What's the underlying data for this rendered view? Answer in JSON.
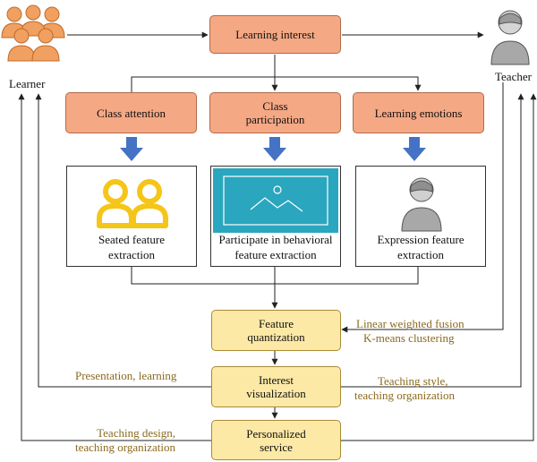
{
  "actors": {
    "learner": "Learner",
    "teacher": "Teacher"
  },
  "top": {
    "learning_interest": "Learning interest"
  },
  "dimensions": {
    "class_attention": "Class attention",
    "class_participation": [
      "Class",
      "participation"
    ],
    "learning_emotions": "Learning emotions"
  },
  "extraction": {
    "seated": [
      "Seated feature",
      "extraction"
    ],
    "behavioral": [
      "Participate in behavioral",
      "feature extraction"
    ],
    "expression": [
      "Expression feature",
      "extraction"
    ]
  },
  "pipeline": {
    "quantization": [
      "Feature",
      "quantization"
    ],
    "visualization": [
      "Interest",
      "visualization"
    ],
    "service": [
      "Personalized",
      "service"
    ]
  },
  "notes": {
    "fusion": [
      "Linear weighted fusion",
      "K-means clustering"
    ],
    "presentation": "Presentation, learning",
    "style": [
      "Teaching style,",
      "teaching organization"
    ],
    "design": [
      "Teaching design,",
      "teaching organization"
    ]
  },
  "colors": {
    "orange_box": "#f5a884",
    "yellow_box": "#fde9a6",
    "note_text": "#8a6a1f",
    "blue_arrow": "#4472c4",
    "learner_icon": "#f0a060",
    "seated_icon": "#f5c518",
    "behavior_panel": "#2aa6bf",
    "teacher_icon": "#a8a8a8"
  },
  "icons": [
    "learner-group-icon",
    "teacher-icon",
    "seated-people-icon",
    "behavior-screen-icon",
    "expression-person-icon",
    "down-arrow-icon"
  ]
}
